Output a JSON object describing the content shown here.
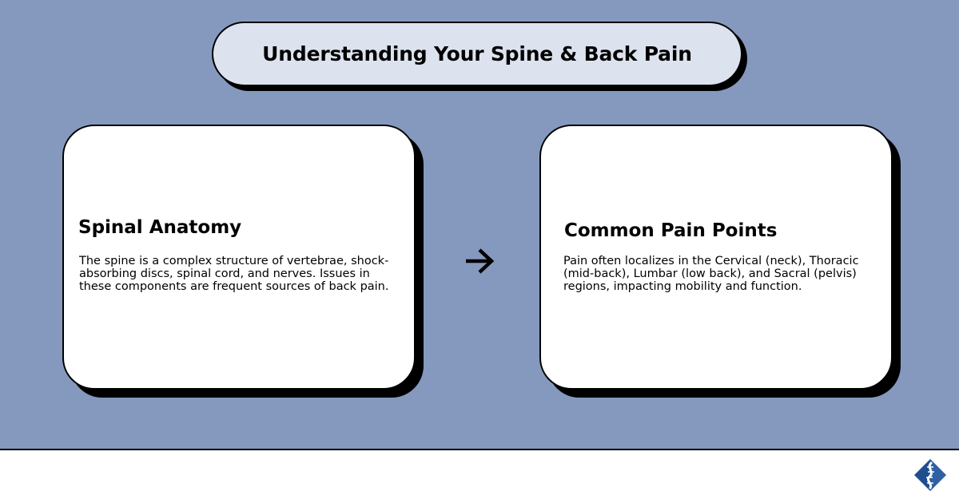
{
  "header": {
    "title": "Understanding Your Spine & Back Pain"
  },
  "cards": [
    {
      "heading": "Spinal Anatomy",
      "body": "The spine is a complex structure of vertebrae, shock-absorbing discs, spinal cord, and nerves. Issues in these components are frequent sources of back pain."
    },
    {
      "heading": "Common Pain Points",
      "body": "Pain often localizes in the Cervical (neck), Thoracic (mid-back), Lumbar (low back), and Sacral (pelvis) regions, impacting mobility and function."
    }
  ],
  "connector": {
    "icon": "arrow-right-icon"
  },
  "footer": {
    "logo_icon": "spine-logo-icon"
  },
  "colors": {
    "background": "#8599be",
    "title_fill": "#dde3ee",
    "card_fill": "#ffffff",
    "outline_shadow": "#000000",
    "logo_blue": "#1f4e8f"
  }
}
